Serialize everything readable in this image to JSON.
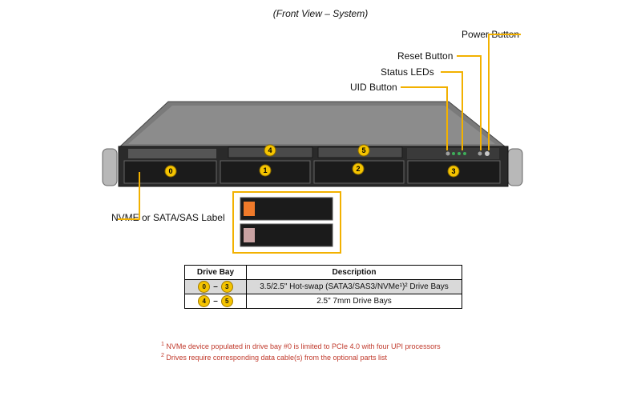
{
  "title": "(Front View – System)",
  "callouts": {
    "power_button": "Power Button",
    "reset_button": "Reset Button",
    "status_leds": "Status LEDs",
    "uid_button": "UID Button",
    "label": "NVME or SATA/SAS Label"
  },
  "bays": [
    "0",
    "1",
    "2",
    "3",
    "4",
    "5"
  ],
  "table": {
    "headers": {
      "bay": "Drive Bay",
      "description": "Description"
    },
    "rows": [
      {
        "from": "0",
        "dash": "–",
        "to": "3",
        "description": "3.5/2.5\" Hot-swap (SATA3/SAS3/NVMe¹)² Drive  Bays"
      },
      {
        "from": "4",
        "dash": "–",
        "to": "5",
        "description": "2.5\" 7mm Drive  Bays"
      }
    ]
  },
  "footnotes": {
    "n1_mark": "1",
    "n1_text": " NVMe device  populated  in drive  bay #0 is limited to PCIe 4.0 with four UPI processors",
    "n2_mark": "2",
    "n2_text": " Drives  require  corresponding  data cable(s) from the optional parts list"
  },
  "colors": {
    "accent": "#f2b100",
    "badge": "#f5c400",
    "note": "#c0392b"
  }
}
